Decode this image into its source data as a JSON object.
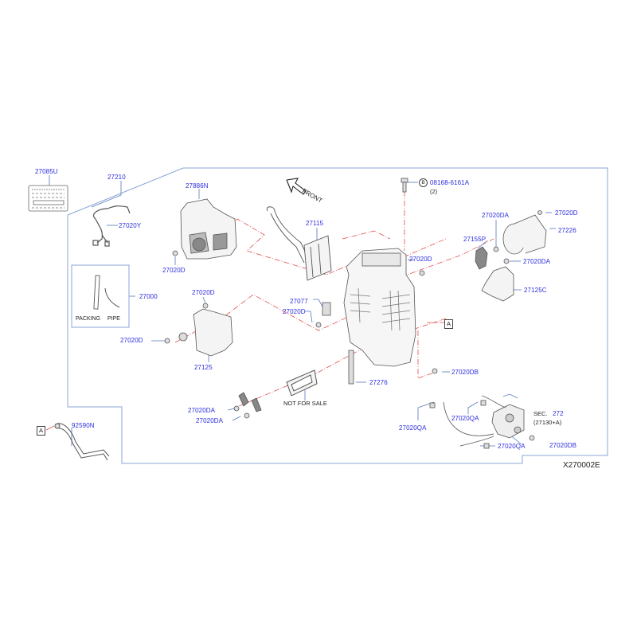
{
  "diagram": {
    "figure_id": "X270002E",
    "front_label": "FRONT",
    "not_for_sale": "NOT  FOR  SALE",
    "packing_label": "PACKING",
    "pipe_label": "PIPE",
    "ref_A": "A",
    "bolt_circle": "B",
    "bolt_part": "08168-6161A",
    "bolt_qty": "(2)",
    "sec_label": "SEC.",
    "sec_num": "272",
    "sec_ref": "(27130+A)",
    "colors": {
      "label": "#2b2bdf",
      "border": "#8aa4d6",
      "dashline": "#e05050",
      "leader": "#5577bb",
      "part": "#555555"
    }
  },
  "parts": {
    "p27085U": "27085U",
    "p27210": "27210",
    "p27020Y": "27020Y",
    "p27886N": "27886N",
    "p27020D_a": "27020D",
    "p27115": "27115",
    "p27000": "27000",
    "p27020D_b": "27020D",
    "p27020D_c": "27020D",
    "p27125": "27125",
    "p27077": "27077",
    "p27020D_d": "27020D",
    "p27020D_e": "27020D",
    "p27020DA_a": "27020DA",
    "p27020D_f": "27020D",
    "p27226": "27226",
    "p27155P": "27155P",
    "p27020DA_b": "27020DA",
    "p27125C": "27125C",
    "p27276": "27276",
    "p27020DB_a": "27020DB",
    "p27020DA_c": "27020DA",
    "p27020DA_d": "27020DA",
    "p27020QA_a": "27020QA",
    "p27020QA_b": "27020QA",
    "p27020QA_c": "27020QA",
    "p27020DB_b": "27020DB",
    "p92590N": "92590N"
  }
}
